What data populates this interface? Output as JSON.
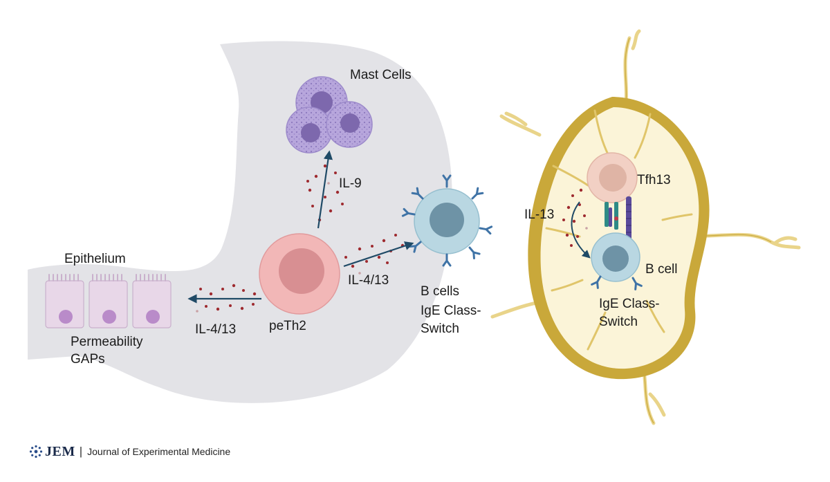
{
  "labels": {
    "mast_cells": "Mast Cells",
    "il9": "IL-9",
    "epithelium": "Epithelium",
    "permeability": "Permeability",
    "gaps": "GAPs",
    "il413_left": "IL-4/13",
    "peth2": "peTh2",
    "il413_mid": "IL-4/13",
    "b_cells": "B cells",
    "igE_class_left": "IgE Class-",
    "switch_left": "Switch",
    "tfh13": "Tfh13",
    "il13": "IL-13",
    "b_cell": "B cell",
    "igE_class_right": "IgE Class-",
    "switch_right": "Switch"
  },
  "footer": {
    "logo": "JEM",
    "separator": "|",
    "journal": "Journal of Experimental Medicine"
  },
  "colors": {
    "stomach": "#e3e3e7",
    "mast_cell": "#b7a6dc",
    "mast_nucleus": "#7d68ad",
    "epithelial_cell": "#e8d7e8",
    "epithelial_nucleus": "#b98bc9",
    "peth2_outer": "#f2b7b7",
    "peth2_nucleus": "#d88f92",
    "b_cell_outer": "#b9d7e2",
    "b_cell_nucleus": "#6e93a6",
    "antibody": "#3f73a6",
    "lymph_node_fill": "#fbf4d8",
    "lymph_node_rim": "#c9a83a",
    "tfh_outer": "#f2d0c4",
    "tfh_nucleus": "#dfb4a5",
    "cytokine_dot": "#9e2a2f",
    "arrow": "#1f4a66"
  }
}
